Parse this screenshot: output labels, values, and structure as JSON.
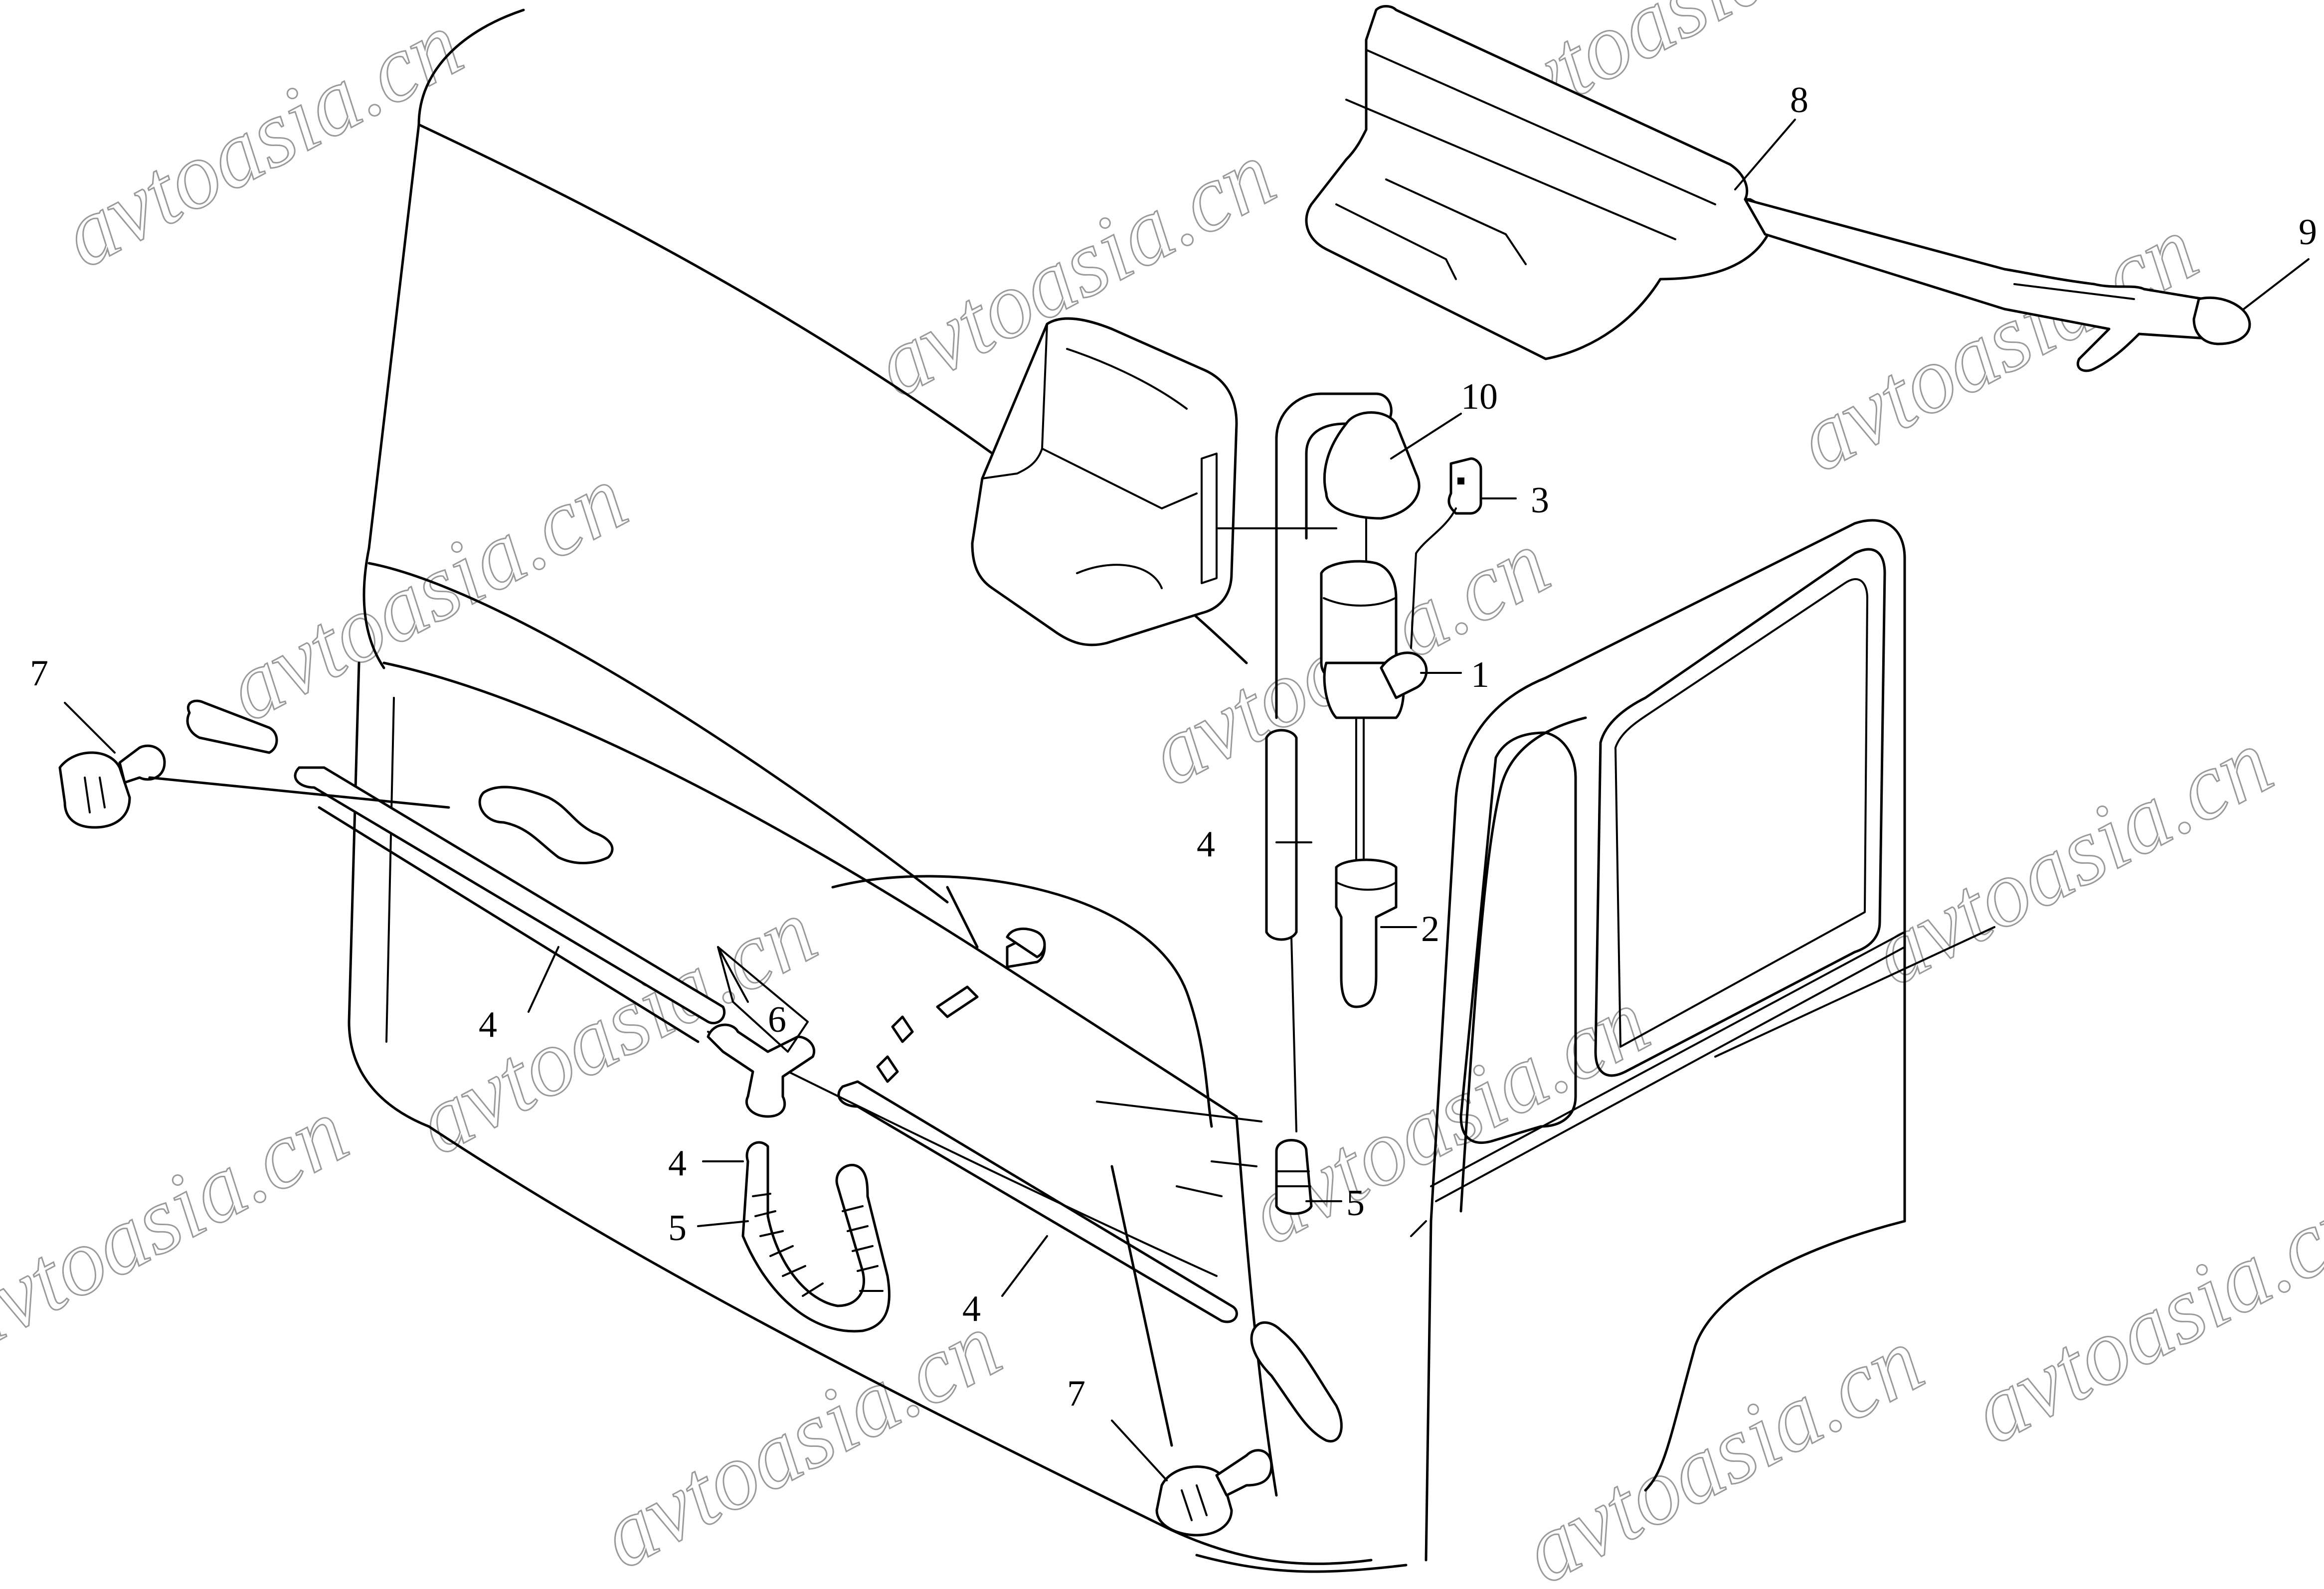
{
  "diagram": {
    "kind": "exploded parts diagram - cab windshield washer system",
    "callouts": [
      {
        "id": "callout-1",
        "label": "1"
      },
      {
        "id": "callout-2",
        "label": "2"
      },
      {
        "id": "callout-3",
        "label": "3"
      },
      {
        "id": "callout-4a",
        "label": "4"
      },
      {
        "id": "callout-4b",
        "label": "4"
      },
      {
        "id": "callout-4c",
        "label": "4"
      },
      {
        "id": "callout-4d",
        "label": "4"
      },
      {
        "id": "callout-5a",
        "label": "5"
      },
      {
        "id": "callout-5b",
        "label": "5"
      },
      {
        "id": "callout-6",
        "label": "6"
      },
      {
        "id": "callout-7a",
        "label": "7"
      },
      {
        "id": "callout-7b",
        "label": "7"
      },
      {
        "id": "callout-8",
        "label": "8"
      },
      {
        "id": "callout-9",
        "label": "9"
      },
      {
        "id": "callout-10",
        "label": "10"
      }
    ],
    "watermark_text": "avtoasia.cn",
    "line_color": "#000000",
    "watermark_color": "#9a9a9a"
  }
}
